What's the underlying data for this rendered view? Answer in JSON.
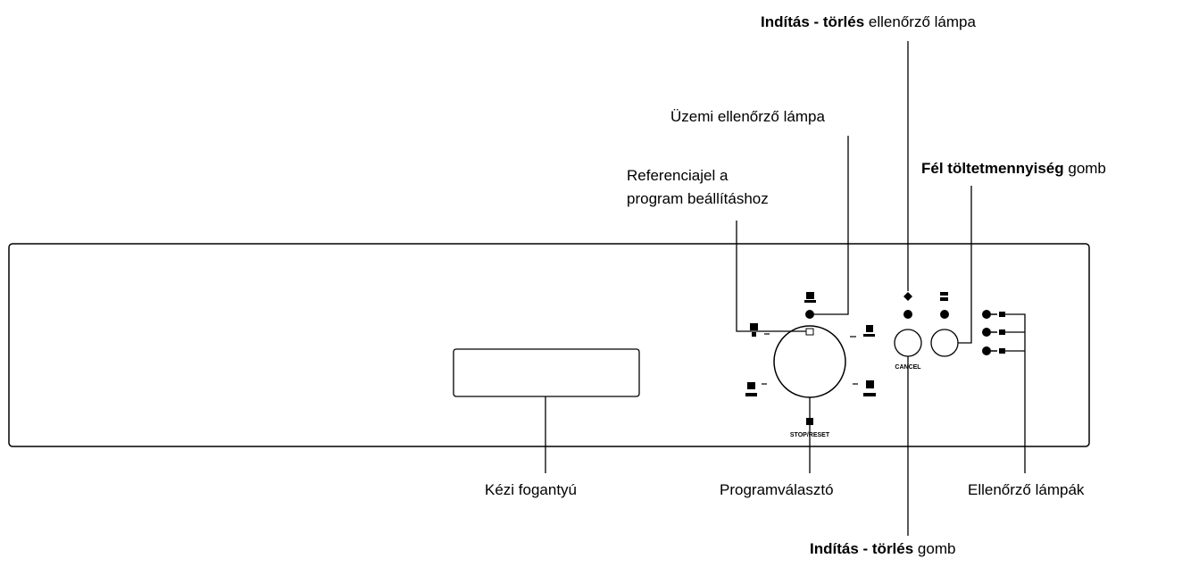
{
  "labels": {
    "start_lamp": {
      "bold": "Indítás - törlés",
      "rest": " ellenőrző lámpa"
    },
    "operating_lamp": "Üzemi ellenőrző lámpa",
    "half_load": {
      "bold": "Fél töltetmennyiség",
      "rest": " gomb"
    },
    "reference_mark_line1": "Referenciajel a",
    "reference_mark_line2": "program beállításhoz",
    "manual_handle": "Kézi fogantyú",
    "program_selector": "Programválasztó",
    "indicator_lamps": "Ellenőrző lámpák",
    "start_button": {
      "bold": "Indítás - törlés",
      "rest": " gomb"
    }
  },
  "panel": {
    "button_caption": "CANCEL",
    "dial_bottom_caption": "STOP/RESET"
  }
}
